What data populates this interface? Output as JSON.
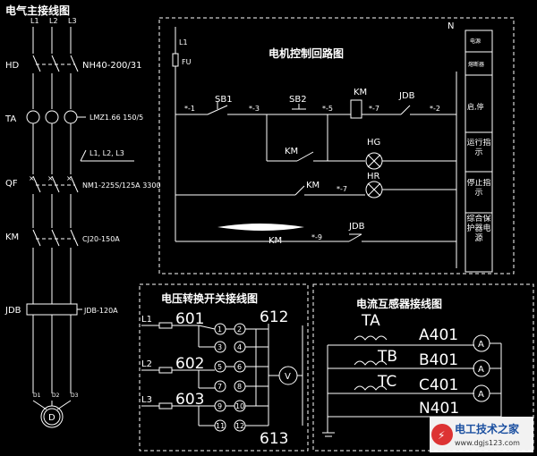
{
  "main_circuit": {
    "title": "电气主接线图",
    "phases": [
      "L1",
      "L2",
      "L3"
    ],
    "hd_label": "HD",
    "hd_model": "NH40-200/31",
    "ta_label": "TA",
    "ta_model": "LMZ1.66 150/5",
    "ta_phases": "L1, L2, L3",
    "qf_label": "QF",
    "qf_model": "NM1-225S/125A 3300",
    "km_label": "KM",
    "km_model": "CJ20-150A",
    "jdb_label": "JDB",
    "jdb_model": "JDB-120A",
    "motor_terminals": [
      "D1",
      "D2",
      "D3"
    ],
    "motor_symbol": "D"
  },
  "control_circuit": {
    "title": "电机控制回路图",
    "corner_mark": "N",
    "fuse_label": "L1",
    "fuse_sub": "FU",
    "sb1": "SB1",
    "sb2": "SB2",
    "km_coil": "KM",
    "jdb_top": "JDB",
    "wire_1": "*-1",
    "wire_3": "*-3",
    "wire_5": "*-5",
    "wire_7a": "*-7",
    "wire_2": "*-2",
    "km_aux_1": "KM",
    "hg_lamp": "HG",
    "km_aux_2": "KM",
    "wire_7b": "*-7",
    "hr_lamp": "HR",
    "jdb_bottom": "JDB",
    "km_aux_3": "KM",
    "wire_9": "*-9",
    "side_labels": [
      "电源",
      "熔断器",
      "启,停",
      "运行指示",
      "停止指示",
      "综合保护器电源"
    ]
  },
  "voltage_switch": {
    "title": "电压转换开关接线图",
    "lines": [
      "L1",
      "L2",
      "L3"
    ],
    "wires": [
      "601",
      "602",
      "603"
    ],
    "top_out": "612",
    "bottom_out": "613",
    "left_terminals": [
      "1",
      "3",
      "5",
      "7",
      "9",
      "11"
    ],
    "right_terminals": [
      "2",
      "4",
      "6",
      "8",
      "10",
      "12"
    ],
    "meter": "V"
  },
  "current_transformer": {
    "title": "电流互感器接线图",
    "ta_label": "TA",
    "outputs": [
      "A401",
      "B401",
      "C401",
      "N401"
    ],
    "ct_marks": [
      "TB",
      "TC"
    ],
    "meter": "A"
  },
  "watermark": {
    "name": "电工技术之家",
    "url": "www.dgjs123.com"
  }
}
